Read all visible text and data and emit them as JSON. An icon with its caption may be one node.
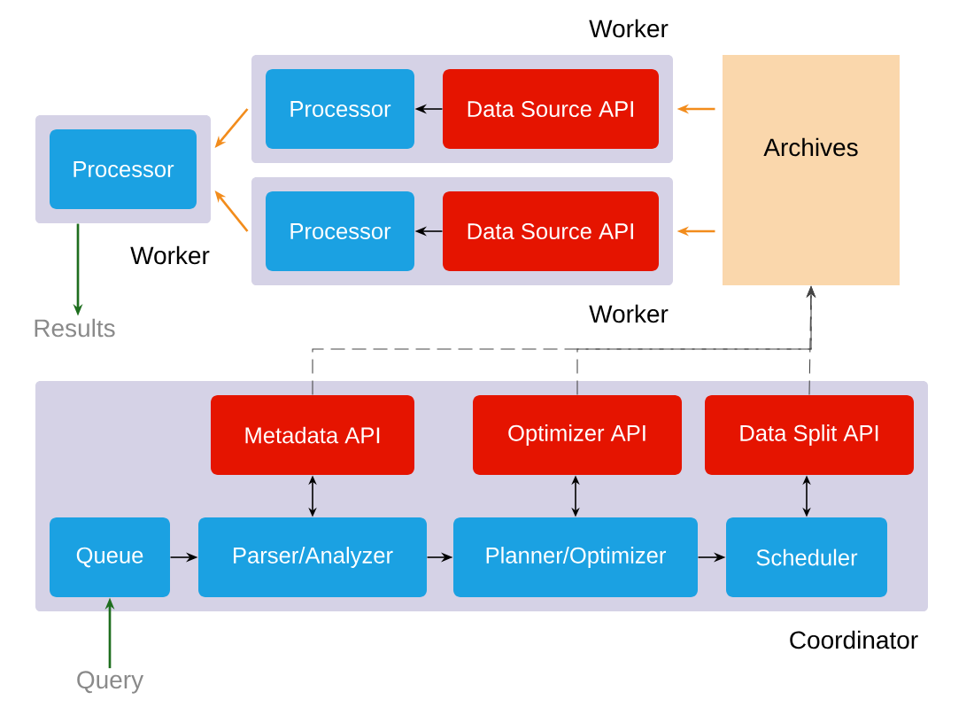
{
  "diagram": {
    "nodes": [
      {
        "text": [
          "Worker"
        ]
      },
      {
        "text": [
          "Processor"
        ],
        "in": 0
      },
      {
        "text": [
          "Worker"
        ]
      },
      {
        "text": [
          "Processor"
        ],
        "in": 2
      },
      {
        "text": [
          "Data Source API"
        ],
        "in": 2
      },
      {
        "text": [
          "Worker"
        ]
      },
      {
        "text": [
          "Processor"
        ],
        "in": 5
      },
      {
        "text": [
          "Data Source API"
        ],
        "in": 5
      },
      {
        "text": [
          "Archives"
        ]
      },
      {
        "text": [
          "Results"
        ]
      },
      {
        "text": [
          "Coordinator"
        ]
      },
      {
        "text": [
          "Metadata API"
        ],
        "in": 10
      },
      {
        "text": [
          "Optimizer API"
        ],
        "in": 10
      },
      {
        "text": [
          "Data Split API"
        ],
        "in": 10
      },
      {
        "text": [
          "Queue"
        ],
        "in": 10
      },
      {
        "text": [
          "Parser/Analyzer"
        ],
        "in": 10
      },
      {
        "text": [
          "Planner/Optimizer"
        ],
        "in": 10
      },
      {
        "text": [
          "Scheduler"
        ],
        "in": 10
      },
      {
        "text": [
          "Query"
        ]
      }
    ],
    "edges": [
      {
        "from": 8,
        "to": 4,
        "arrow": "to",
        "color": "#f28c1c"
      },
      {
        "from": 8,
        "to": 7,
        "arrow": "to",
        "color": "#f28c1c"
      },
      {
        "from": 2,
        "to": 0,
        "arrow": "to",
        "color": "#f28c1c"
      },
      {
        "from": 5,
        "to": 0,
        "arrow": "to",
        "color": "#f28c1c"
      },
      {
        "from": 4,
        "to": 3,
        "arrow": "to"
      },
      {
        "from": 7,
        "to": 6,
        "arrow": "to"
      },
      {
        "from": 0,
        "to": 9,
        "arrow": "to",
        "color": "#1e6e1e"
      },
      {
        "from": 18,
        "to": 14,
        "arrow": "to",
        "color": "#1e6e1e"
      },
      {
        "from": 14,
        "to": 15,
        "arrow": "to"
      },
      {
        "from": 15,
        "to": 16,
        "arrow": "to"
      },
      {
        "from": 16,
        "to": 17,
        "arrow": "to"
      },
      {
        "from": 11,
        "to": 15,
        "arrow": "both"
      },
      {
        "from": 12,
        "to": 16,
        "arrow": "both"
      },
      {
        "from": 13,
        "to": 17,
        "arrow": "both"
      },
      {
        "from": 11,
        "to": 8,
        "arrow": "to",
        "style": "dashed"
      },
      {
        "from": 12,
        "to": 8,
        "arrow": "to",
        "style": "dashed"
      },
      {
        "from": 13,
        "to": 8,
        "arrow": "to",
        "style": "dashed"
      }
    ]
  }
}
